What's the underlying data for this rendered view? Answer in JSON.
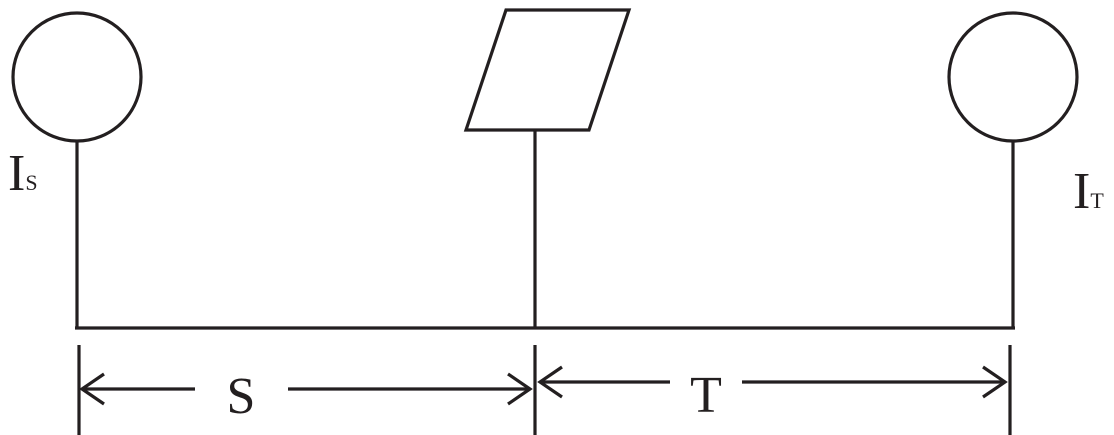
{
  "diagram": {
    "left_source": {
      "label": "I",
      "subscript": "S"
    },
    "right_source": {
      "label": "I",
      "subscript": "T"
    },
    "distance_left": "S",
    "distance_right": "T"
  },
  "colors": {
    "ink": "#231f20",
    "background": "#ffffff"
  }
}
